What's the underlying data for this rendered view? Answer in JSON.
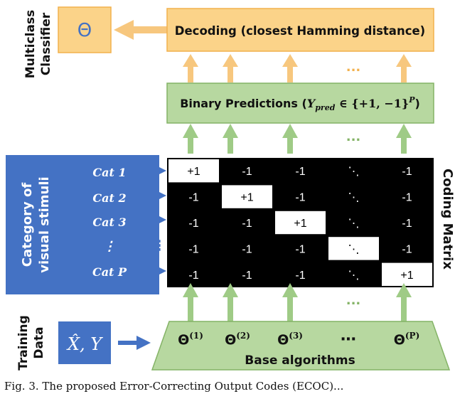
{
  "colors": {
    "orange_fill": "#fbd389",
    "orange_stroke": "#f2b14d",
    "orange_arrow": "#f7c77e",
    "green_fill": "#b7d8a0",
    "green_stroke": "#84b366",
    "green_arrow": "#9fcb86",
    "blue": "#4472c4",
    "matrix_black": "#000000",
    "matrix_white": "#ffffff"
  },
  "classifier": {
    "label_line1": "Multiclass",
    "label_line2": "Classifier",
    "symbol": "Θ"
  },
  "decoding": {
    "text": "Decoding (closest Hamming distance)"
  },
  "binary": {
    "text_prefix": "Binary Predictions (",
    "ypred": "Y",
    "sub": "pred",
    "set_text": " ∈ {+1, −1}",
    "sup": "P",
    "text_suffix": ")"
  },
  "ellipsis_dots": "...",
  "stimuli": {
    "label_line1": "Category of",
    "label_line2": "visual stimuli",
    "categories": [
      "Cat 1",
      "Cat 2",
      "Cat 3",
      "⋮",
      "Cat P"
    ],
    "side_dots": "⋮"
  },
  "coding_matrix": {
    "label": "Coding Matrix",
    "rows": [
      [
        "+1",
        "-1",
        "-1",
        "⋱",
        "-1"
      ],
      [
        "-1",
        "+1",
        "-1",
        "⋱",
        "-1"
      ],
      [
        "-1",
        "-1",
        "+1",
        "⋱",
        "-1"
      ],
      [
        "-1",
        "-1",
        "-1",
        "⋱",
        "-1"
      ],
      [
        "-1",
        "-1",
        "-1",
        "⋱",
        "+1"
      ]
    ],
    "white_cells": [
      [
        0,
        0
      ],
      [
        1,
        1
      ],
      [
        2,
        2
      ],
      [
        3,
        3
      ],
      [
        4,
        4
      ]
    ]
  },
  "training": {
    "label_line1": "Training",
    "label_line2": "Data",
    "data_text": "X̂, Y"
  },
  "base": {
    "thetas": [
      "Θ",
      "Θ",
      "Θ",
      "⋯",
      "Θ"
    ],
    "sups": [
      "(1)",
      "(2)",
      "(3)",
      "",
      "(P)"
    ],
    "label": "Base algorithms"
  },
  "caption": "Fig. 3. The proposed Error-Correcting Output Codes (ECOC)..."
}
